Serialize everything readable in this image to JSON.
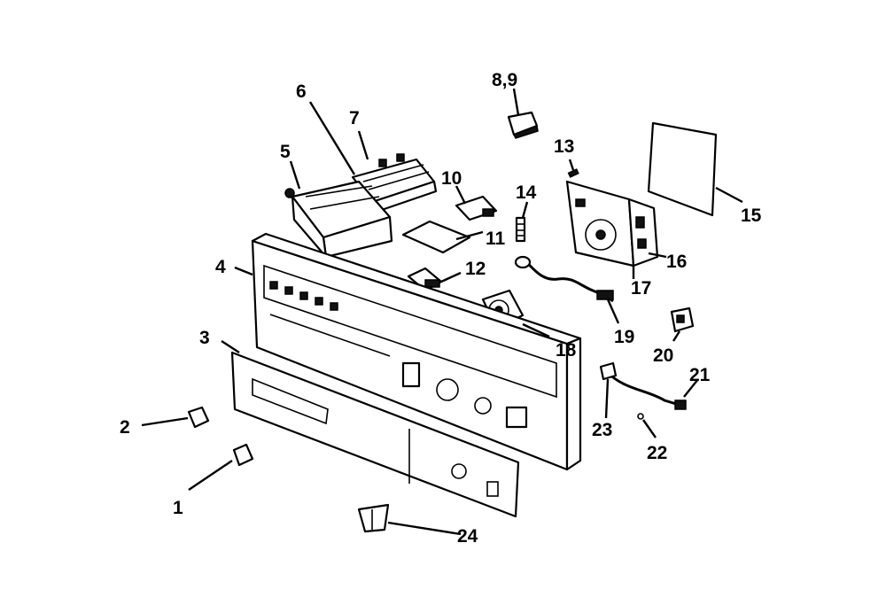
{
  "diagram": {
    "callouts": [
      "1",
      "2",
      "3",
      "4",
      "5",
      "6",
      "7",
      "8,9",
      "10",
      "11",
      "12",
      "13",
      "14",
      "15",
      "16",
      "17",
      "18",
      "19",
      "20",
      "21",
      "22",
      "23",
      "24"
    ]
  }
}
